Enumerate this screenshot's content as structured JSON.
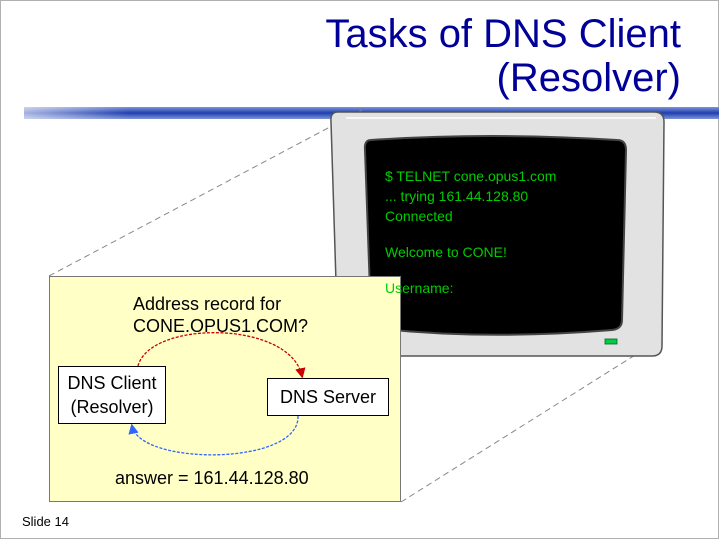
{
  "title": {
    "line1": "Tasks of DNS Client",
    "line2": "(Resolver)"
  },
  "diagram": {
    "query_line1": "Address record for",
    "query_line2": "CONE.OPUS1.COM?",
    "client_line1": "DNS Client",
    "client_line2": "(Resolver)",
    "server_label": "DNS Server",
    "answer_label": "answer = 161.44.128.80"
  },
  "terminal": {
    "lines": [
      "$ TELNET cone.opus1.com",
      "... trying 161.44.128.80",
      "Connected",
      "",
      "Welcome to CONE!",
      "",
      "Username:"
    ]
  },
  "footer": {
    "slide_label": "Slide 14"
  },
  "colors": {
    "title": "#000099",
    "panel_bg": "#ffffc6",
    "query_arrow": "#cc0000",
    "answer_arrow": "#3366ff",
    "terminal_text": "#00cc00",
    "power_led": "#00cc44"
  }
}
